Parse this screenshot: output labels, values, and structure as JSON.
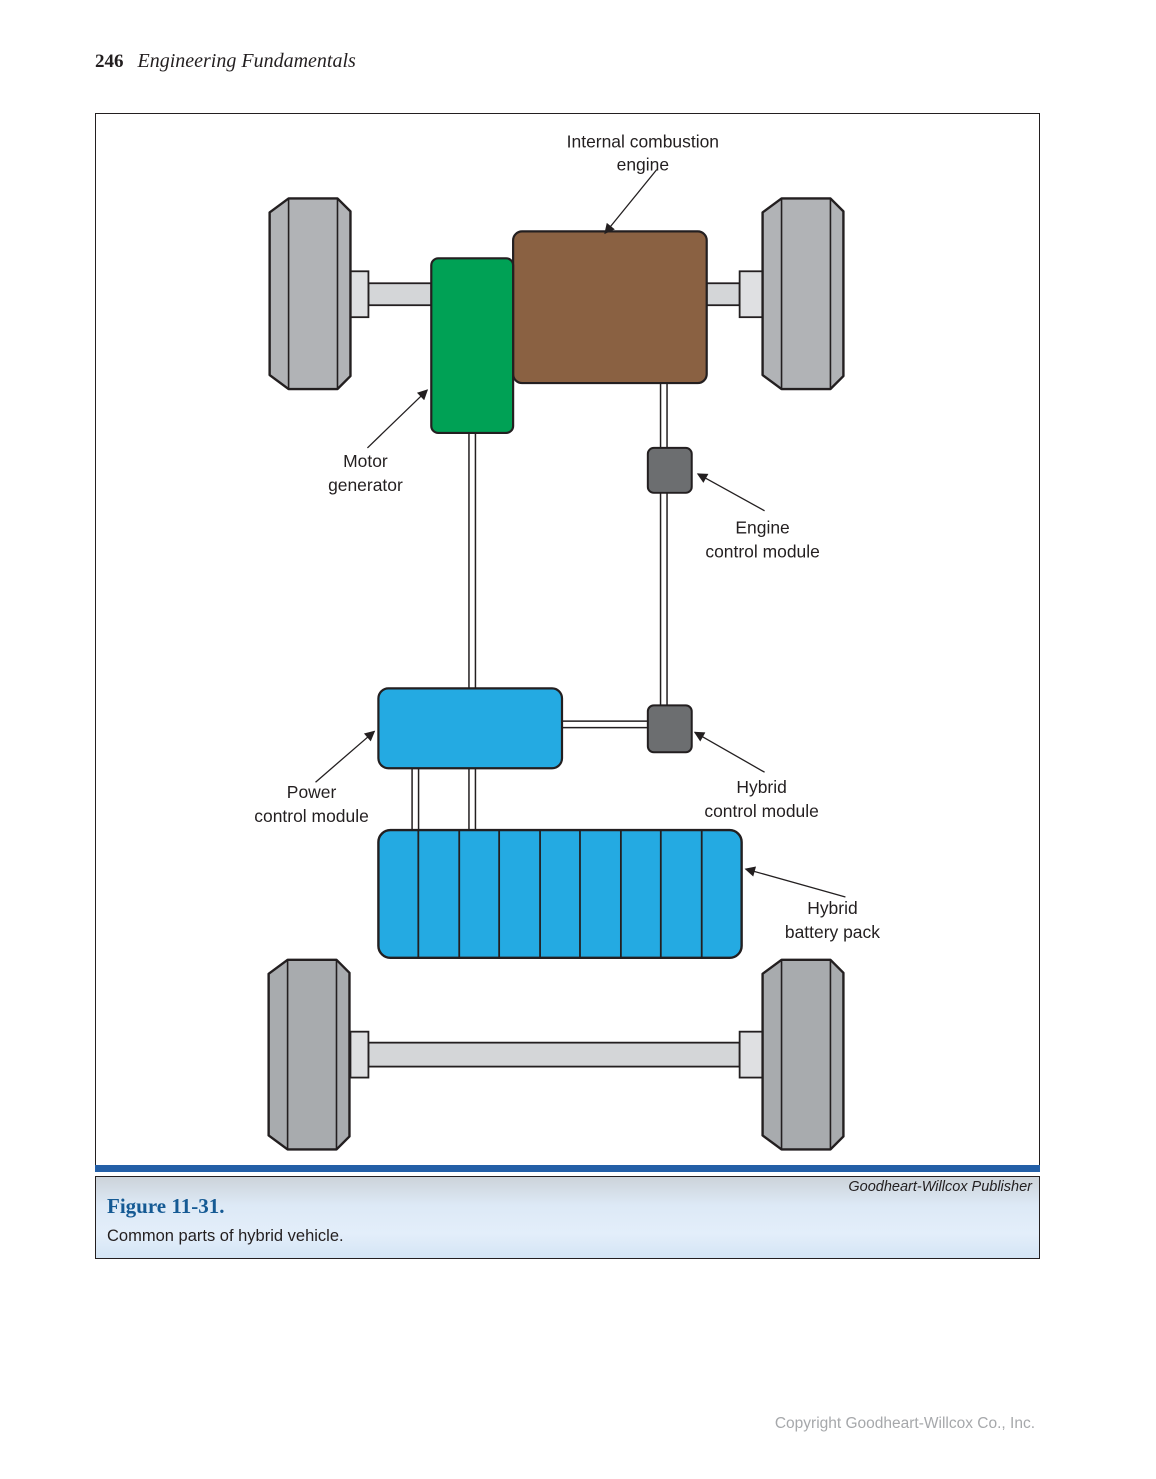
{
  "header": {
    "page_number": "246",
    "book_title": "Engineering Fundamentals"
  },
  "figure": {
    "credit": "Goodheart-Willcox Publisher",
    "number": "Figure 11-31.",
    "caption": "Common parts of hybrid vehicle.",
    "labels": {
      "internal_combustion_engine": {
        "line1": "Internal combustion",
        "line2": "engine"
      },
      "motor_generator": {
        "line1": "Motor",
        "line2": "generator"
      },
      "engine_control_module": {
        "line1": "Engine",
        "line2": "control module"
      },
      "power_control_module": {
        "line1": "Power",
        "line2": "control module"
      },
      "hybrid_control_module": {
        "line1": "Hybrid",
        "line2": "control module"
      },
      "hybrid_battery_pack": {
        "line1": "Hybrid",
        "line2": "battery pack"
      }
    },
    "battery_cell_count": 9,
    "colors": {
      "engine": "#8a6142",
      "motor_generator": "#00a155",
      "power_control_module": "#24aae2",
      "hybrid_battery_pack": "#24aae2",
      "control_module": "#6c6e70",
      "wheel_front": "#b1b3b6",
      "wheel_rear": "#a8abae",
      "axle": "#d4d6d8",
      "hub": "#dfe0e2",
      "divider_bar": "#235fa7",
      "figure_number_text": "#155a94"
    }
  },
  "footer": {
    "copyright": "Copyright Goodheart-Willcox Co., Inc."
  }
}
